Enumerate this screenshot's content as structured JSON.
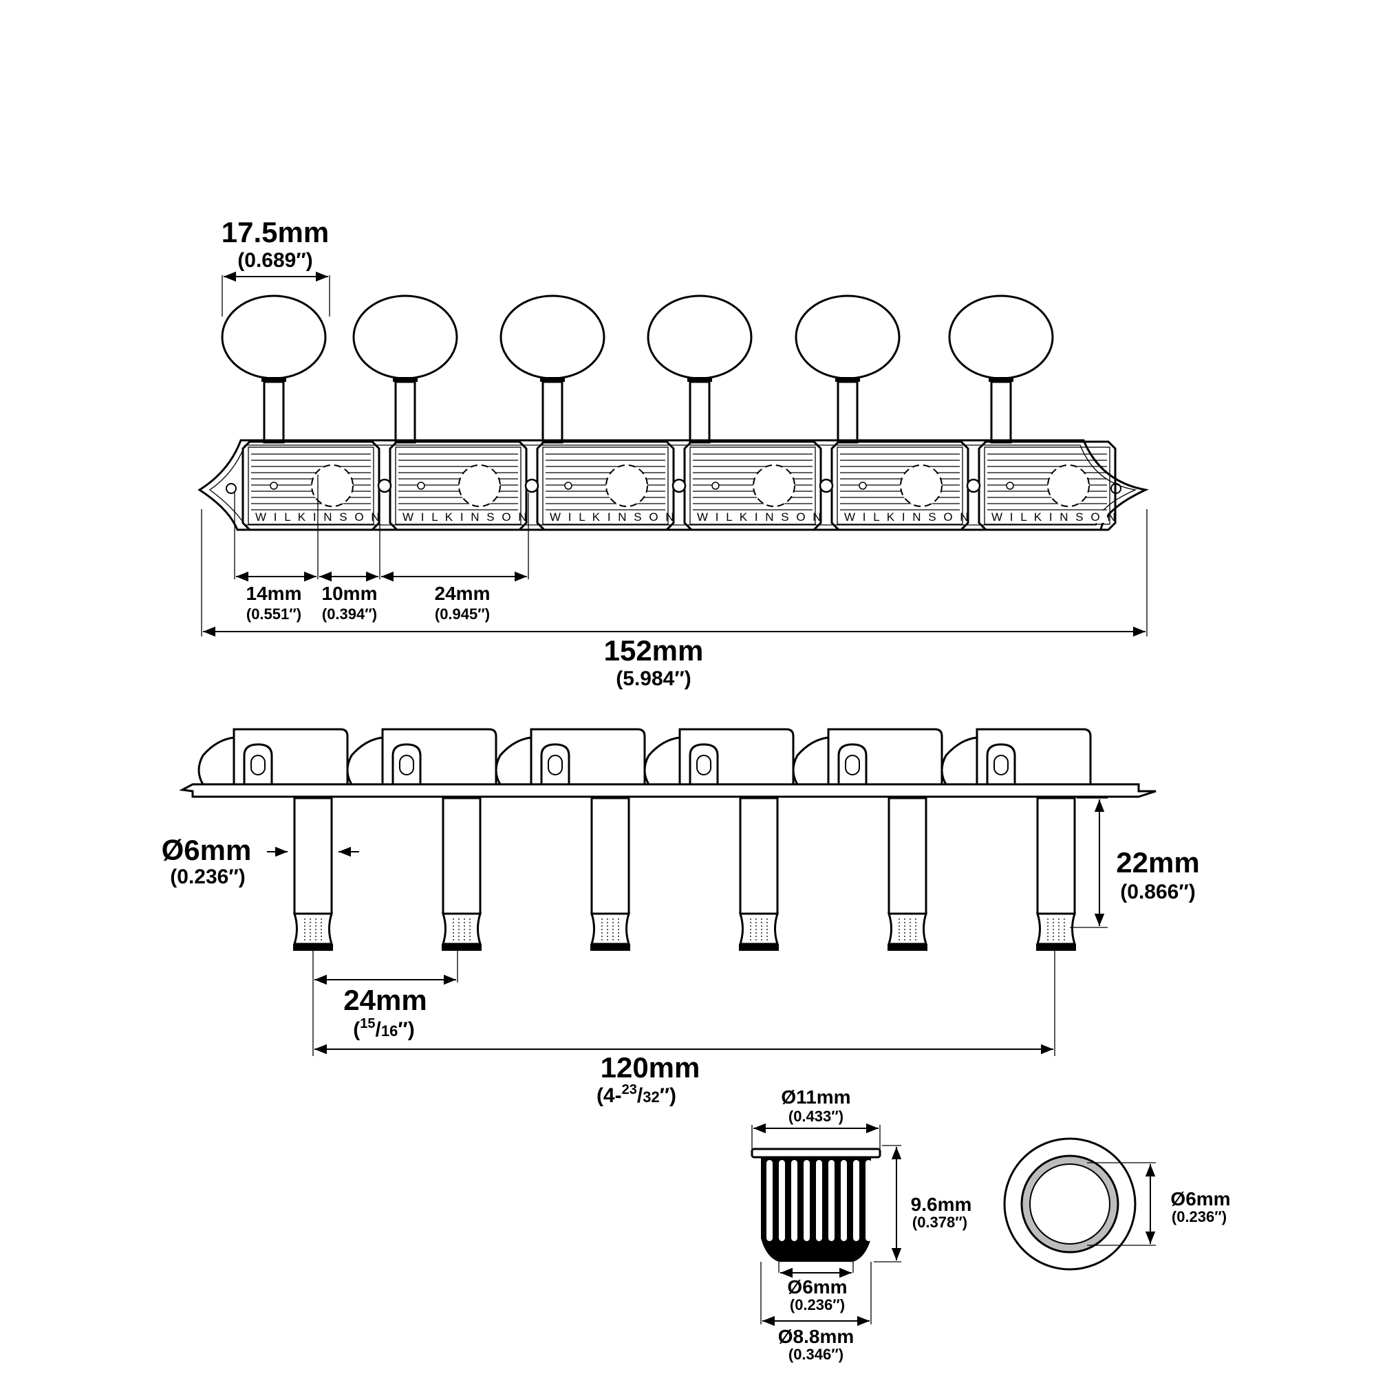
{
  "colors": {
    "line": "#000000",
    "background": "#ffffff",
    "bushing_gray": "#bdbdbd"
  },
  "top_view": {
    "brand_text": "W I L K I N S O N",
    "tuner_count": 6,
    "dims": {
      "button_width": {
        "value": "17.5mm",
        "inch": "(0.689″)"
      },
      "post_to_edge": {
        "value": "14mm",
        "inch": "(0.551″)"
      },
      "post_to_joint": {
        "value": "10mm",
        "inch": "(0.394″)"
      },
      "post_spacing": {
        "value": "24mm",
        "inch": "(0.945″)"
      },
      "overall_length": {
        "value": "152mm",
        "inch": "(5.984″)"
      }
    }
  },
  "side_view": {
    "dims": {
      "post_diameter": {
        "value": "Ø6mm",
        "inch": "(0.236″)"
      },
      "post_height": {
        "value": "22mm",
        "inch": "(0.866″)"
      },
      "post_spacing": {
        "value": "24mm",
        "inch_pre": "(",
        "inch_num": "15",
        "inch_slash": "/",
        "inch_den": "16",
        "inch_post": "″)"
      },
      "span_total": {
        "value": "120mm",
        "inch_pre": "(4-",
        "inch_num": "23",
        "inch_slash": "/",
        "inch_den": "32",
        "inch_post": "″)"
      }
    }
  },
  "bushing": {
    "dims": {
      "flange_diameter": {
        "value": "Ø11mm",
        "inch": "(0.433″)"
      },
      "height": {
        "value": "9.6mm",
        "inch": "(0.378″)"
      },
      "inner_diameter": {
        "value": "Ø6mm",
        "inch": "(0.236″)"
      },
      "outer_diameter": {
        "value": "Ø8.8mm",
        "inch": "(0.346″)"
      },
      "hole_diameter": {
        "value": "Ø6mm",
        "inch": "(0.236″)"
      }
    }
  }
}
